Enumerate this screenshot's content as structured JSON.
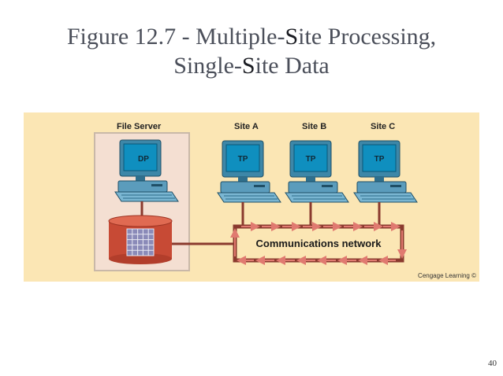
{
  "title": {
    "line1_a": "Figure 12.7 - Multiple-",
    "line1_b": "S",
    "line1_c": "ite Processing,",
    "line2_a": "Single-",
    "line2_b": "S",
    "line2_c": "ite Data"
  },
  "diagram": {
    "file_server": {
      "label": "File Server",
      "screen": "DP"
    },
    "sites": [
      {
        "label": "Site A",
        "screen": "TP"
      },
      {
        "label": "Site B",
        "screen": "TP"
      },
      {
        "label": "Site C",
        "screen": "TP"
      }
    ],
    "network_label": "Communications network",
    "credit": "Cengage Learning ©"
  },
  "colors": {
    "panel": "#fbe6b4",
    "server_box": "#f4dfd2",
    "network_line": "#8a3a2e",
    "arrow": "#e07a70",
    "database": "#c74a35",
    "screen": "#0f8fbf",
    "monitor": "#3d87a8"
  },
  "page_number": "40"
}
